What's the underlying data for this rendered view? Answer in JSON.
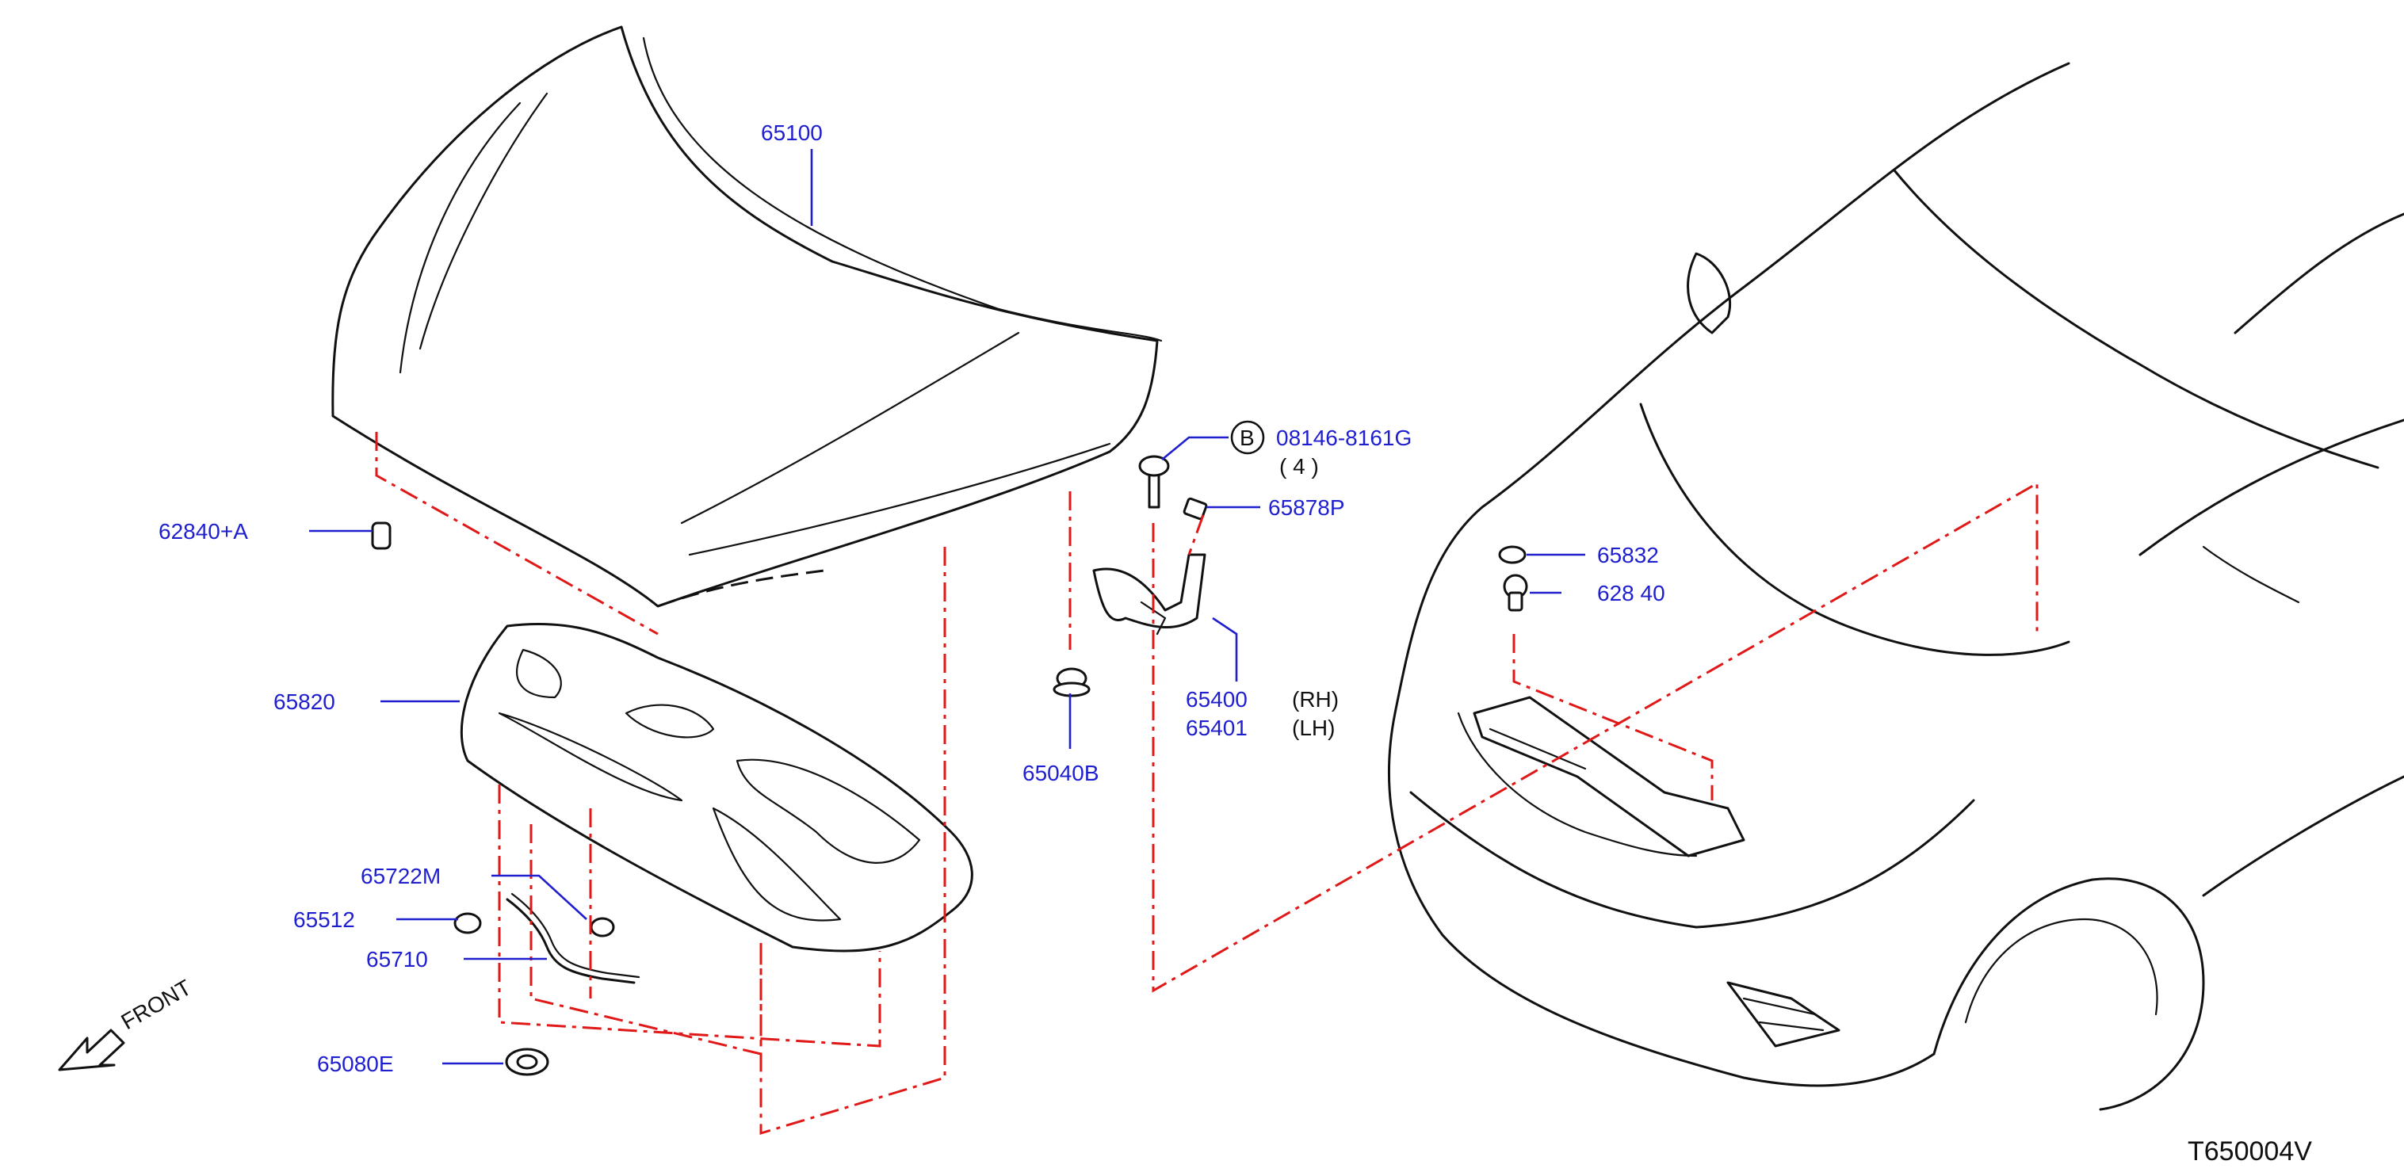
{
  "diagram": {
    "drawing_code": "T650004V",
    "direction_label": "FRONT",
    "parts": {
      "hood": "65100",
      "hood_bumper": "62840+A",
      "hood_insulator": "65820",
      "hood_clip": "65722M",
      "rod_clip": "65512",
      "hood_rod": "65710",
      "grommet": "65080E",
      "hinge_bolt": "08146-8161G",
      "bolt_qty": "( 4 )",
      "bolt_callout": "B",
      "hinge_cover": "65878P",
      "hinge_rh": "65400",
      "hinge_lh": "65401",
      "side_rh": "(RH)",
      "side_lh": "(LH)",
      "hood_seal_grommet": "65040B",
      "striker_seal": "65832",
      "bumper_ring": "628 40"
    },
    "colors": {
      "label": "#1f1fd0",
      "leader": "#1f1fd0",
      "phantom_line": "#e01818",
      "outline": "#111111"
    }
  }
}
